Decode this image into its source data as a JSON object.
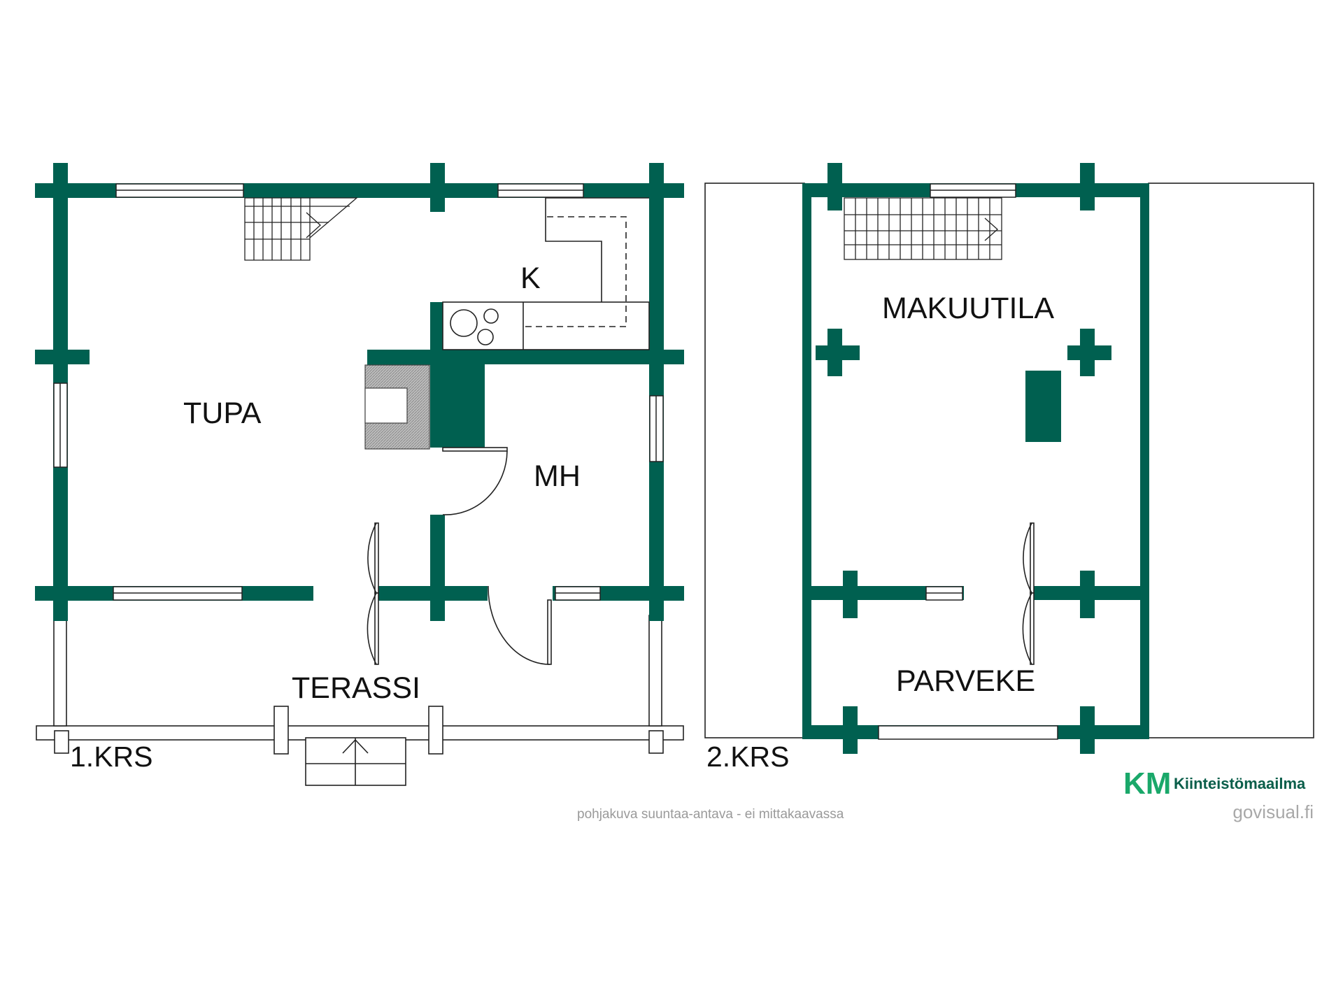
{
  "floors": {
    "first": {
      "label": "1.KRS",
      "rooms": {
        "living": "TUPA",
        "kitchen": "K",
        "bedroom": "MH",
        "terrace": "TERASSI"
      }
    },
    "second": {
      "label": "2.KRS",
      "rooms": {
        "loft": "MAKUUTILA",
        "balcony": "PARVEKE"
      }
    }
  },
  "footer": {
    "disclaimer": "pohjakuva suuntaa-antava - ei mittakaavassa",
    "logo_mark": "KM",
    "brand": "Kiinteistömaailma",
    "website": "govisual.fi"
  },
  "colors": {
    "wall": "#006050",
    "hearth": "#b4b4b4",
    "logo_light": "#2ec27e",
    "logo_dark": "#0a5e4a"
  }
}
